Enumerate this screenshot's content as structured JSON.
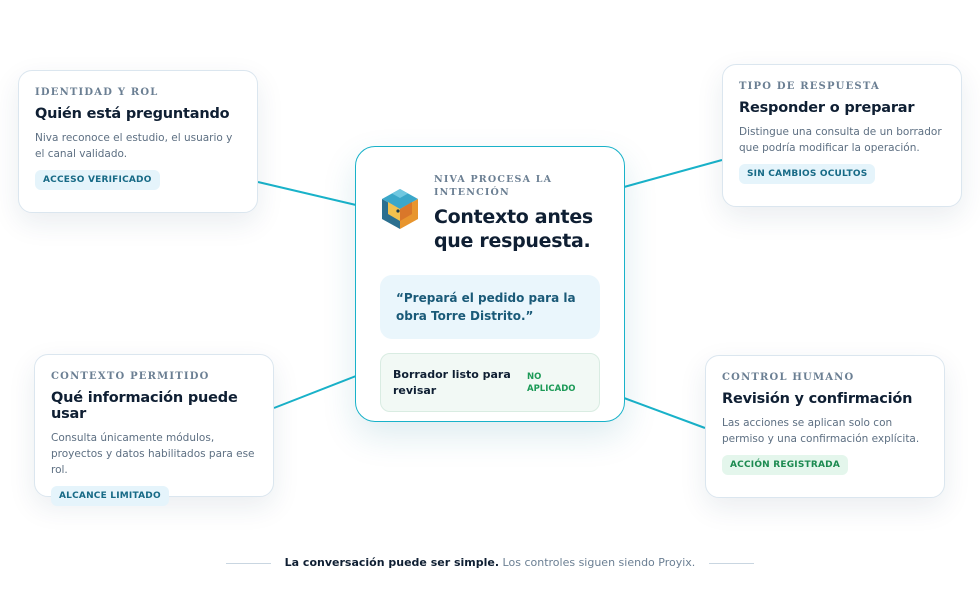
{
  "colors": {
    "accent": "#19b2c9",
    "badge_blue_bg": "#e5f4fb",
    "badge_blue_text": "#176a86",
    "badge_green_bg": "#e4f6ec",
    "badge_green_text": "#1c8a50"
  },
  "center": {
    "eyebrow": "NIVA PROCESA LA INTENCIÓN",
    "title": "Contexto antes que respuesta.",
    "logo_icon": "niva-cube-logo",
    "quote": "“Prepará el pedido para la obra Torre Distrito.”",
    "draft_label": "Borrador listo para revisar",
    "draft_status": "NO APLICADO"
  },
  "cards": {
    "identity": {
      "eyebrow": "IDENTIDAD Y ROL",
      "title": "Quién está preguntando",
      "desc": "Niva reconoce el estudio, el usuario y el canal validado.",
      "badge": "ACCESO VERIFICADO"
    },
    "response_type": {
      "eyebrow": "TIPO DE RESPUESTA",
      "title": "Responder o preparar",
      "desc": "Distingue una consulta de un borrador que podría modificar la operación.",
      "badge": "SIN CAMBIOS OCULTOS"
    },
    "context": {
      "eyebrow": "CONTEXTO PERMITIDO",
      "title": "Qué información puede usar",
      "desc": "Consulta únicamente módulos, proyectos y datos habilitados para ese rol.",
      "badge": "ALCANCE LIMITADO"
    },
    "human_control": {
      "eyebrow": "CONTROL HUMANO",
      "title": "Revisión y confirmación",
      "desc": "Las acciones se aplican solo con permiso y una confirmación explícita.",
      "badge": "ACCIÓN REGISTRADA"
    }
  },
  "footer": {
    "strong": "La conversación puede ser simple.",
    "rest": "Los controles siguen siendo Proyix."
  }
}
